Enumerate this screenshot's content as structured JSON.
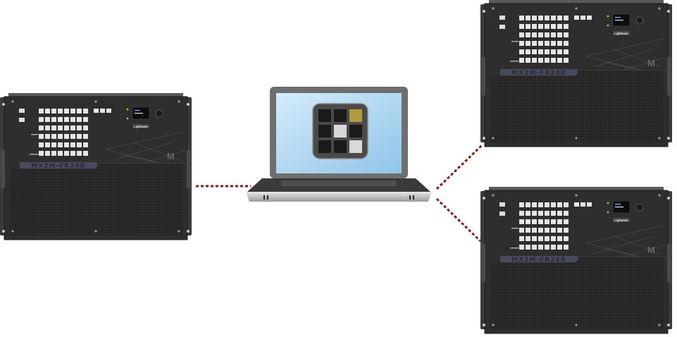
{
  "devices": [
    {
      "id": "left",
      "model": "MX2M-FR24R",
      "brand": "Lightware"
    },
    {
      "id": "right-top",
      "model": "MX2M-FR24R",
      "brand": "Lightware"
    },
    {
      "id": "right-bottom",
      "model": "MX2M-FR24R",
      "brand": "Lightware"
    }
  ],
  "laptop": {
    "app_icon": "lightware-device-controller-icon",
    "tile_colors": [
      "#1a1a1a",
      "#1a1a1a",
      "#b39a3c",
      "#1a1a1a",
      "#d9d9d9",
      "#1a1a1a",
      "#1a1a1a",
      "#1a1a1a",
      "#d9d9d9"
    ]
  },
  "connections": [
    {
      "from": "laptop",
      "to": "left"
    },
    {
      "from": "laptop",
      "to": "right-top"
    },
    {
      "from": "laptop",
      "to": "right-bottom"
    }
  ],
  "colors": {
    "link": "#7a2020",
    "chassis": "#2e2e2e",
    "screen": "#a9d4ee"
  }
}
